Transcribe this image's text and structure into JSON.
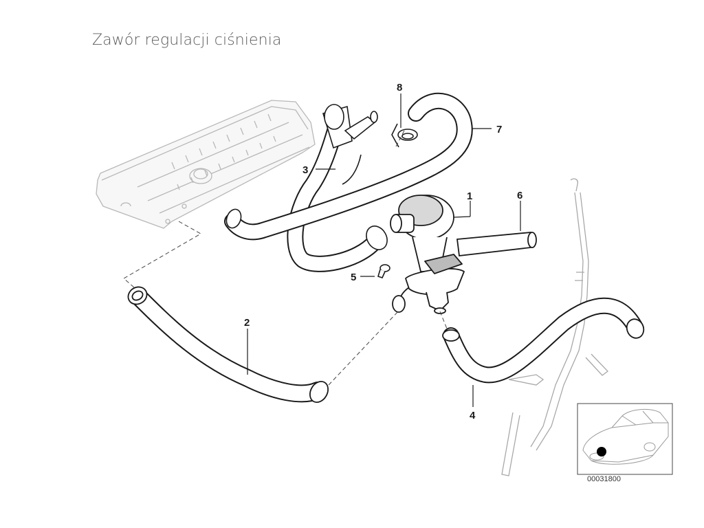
{
  "title": "Zawór regulacji ciśnienia",
  "callouts": {
    "p1": "1",
    "p2": "2",
    "p3": "3",
    "p4": "4",
    "p5": "5",
    "p6": "6",
    "p7": "7",
    "p8": "8"
  },
  "catalog_number": "00031800"
}
